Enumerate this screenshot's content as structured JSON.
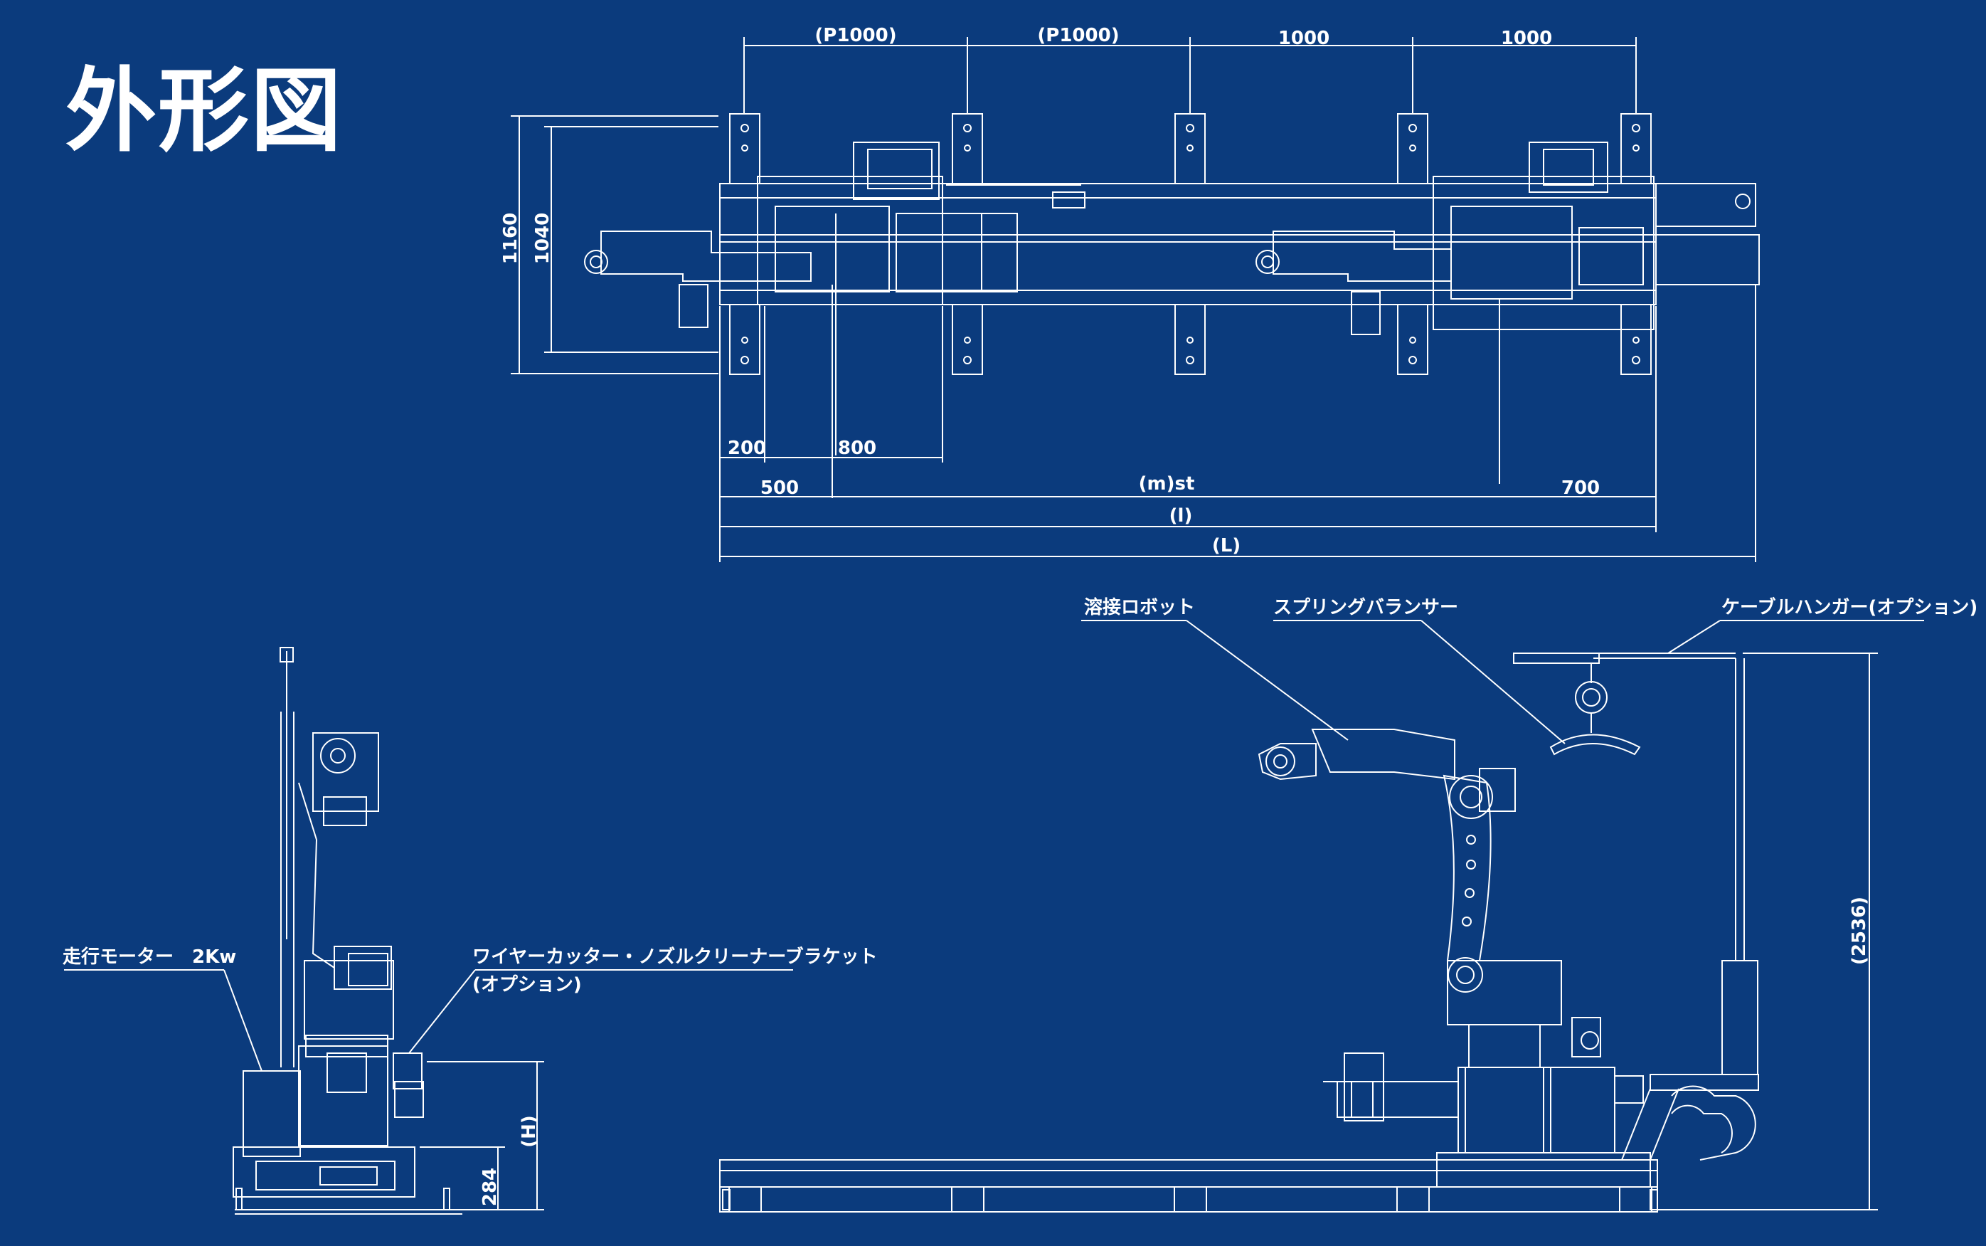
{
  "title": "外形図",
  "colors": {
    "background": "#0b3b7d",
    "lines": "#ffffff"
  },
  "dimensions": {
    "pitch": [
      "(P1000)",
      "(P1000)",
      "1000",
      "1000"
    ],
    "width_outer": "1160",
    "width_inner": "1040",
    "d200": "200",
    "d800": "800",
    "d500": "500",
    "stroke": "(m)st",
    "d700": "700",
    "length_l": "(l)",
    "length_L": "(L)",
    "height_total": "(2536)",
    "height_H": "(H)",
    "height_base": "284"
  },
  "labels": {
    "motor": "走行モーター　2Kw",
    "wire_cutter": "ワイヤーカッター・ノズルクリーナーブラケット",
    "wire_cutter_option": "(オプション)",
    "robot": "溶接ロボット",
    "balancer": "スプリングバランサー",
    "hanger": "ケーブルハンガー(オプション)"
  }
}
